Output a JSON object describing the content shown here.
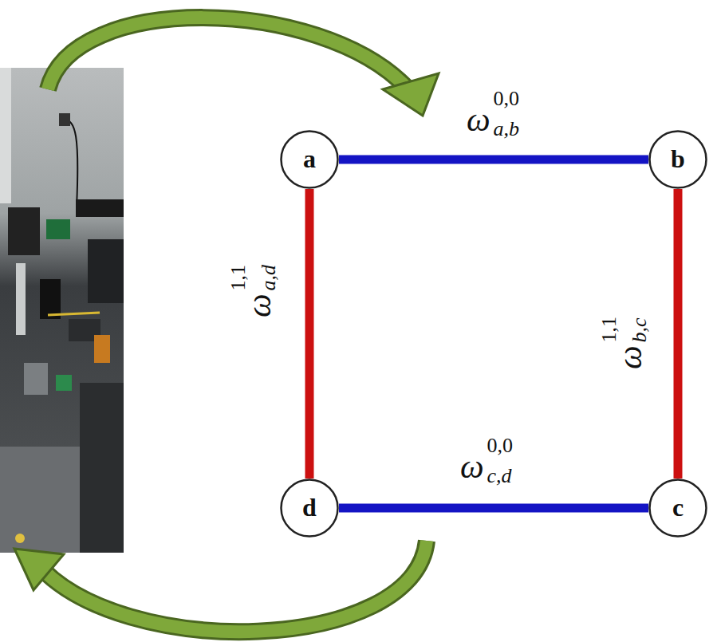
{
  "diagram": {
    "nodes": [
      {
        "text": [
          "a"
        ]
      },
      {
        "text": [
          "b"
        ]
      },
      {
        "text": [
          "c"
        ]
      },
      {
        "text": [
          "d"
        ]
      }
    ],
    "edges": [
      {
        "from": 0,
        "to": 1,
        "arrow": "none",
        "label": "ω"
      },
      {
        "from": 1,
        "to": 2,
        "arrow": "none",
        "label": "ω"
      },
      {
        "from": 3,
        "to": 2,
        "arrow": "none",
        "label": "ω"
      },
      {
        "from": 0,
        "to": 3,
        "arrow": "none",
        "label": "ω"
      }
    ],
    "labels": [
      "0,0",
      "a,b",
      "1,1",
      "b,c",
      "0,0",
      "c,d",
      "1,1",
      "a,d"
    ]
  }
}
